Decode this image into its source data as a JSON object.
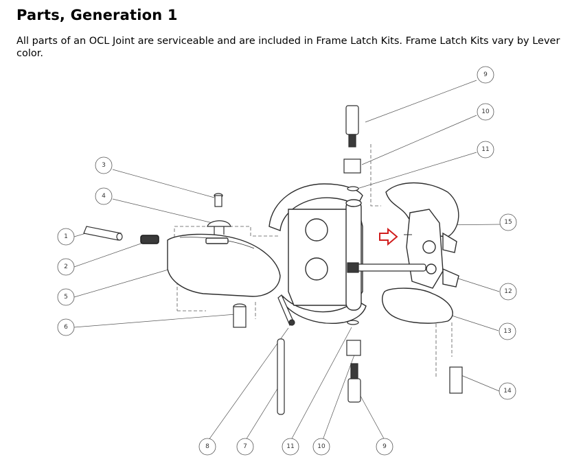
{
  "page": {
    "title": "Parts, Generation 1",
    "description": "All parts of an OCL Joint are serviceable and are included in Frame Latch Kits. Frame Latch Kits vary by Lever color."
  },
  "diagram": {
    "highlight_color": "#d01c1c",
    "callouts": [
      "9",
      "10",
      "11",
      "3",
      "4",
      "15",
      "1",
      "2",
      "12",
      "5",
      "13",
      "6",
      "14",
      "8",
      "7",
      "11",
      "10",
      "9"
    ]
  }
}
